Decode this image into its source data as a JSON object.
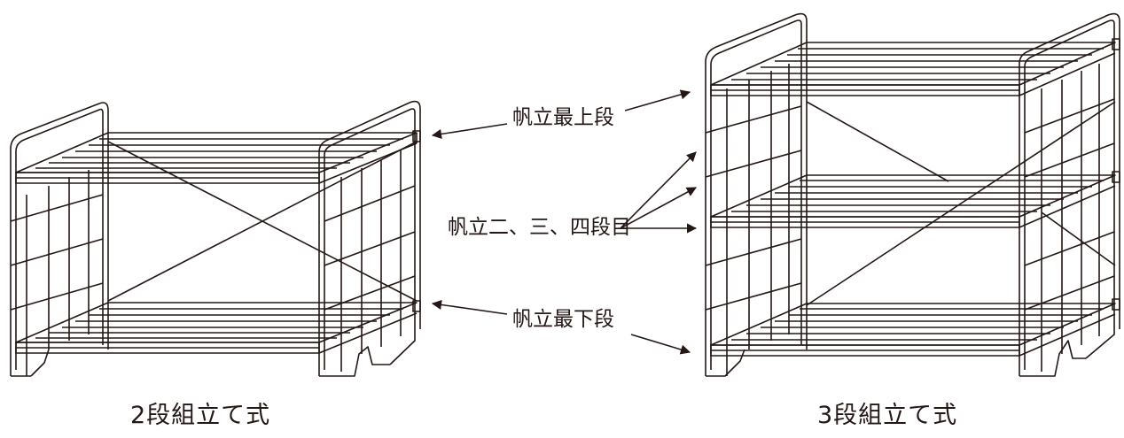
{
  "labels": {
    "top": "帆立最上段",
    "middle": "帆立二、三、四段目",
    "bottom": "帆立最下段"
  },
  "captions": {
    "two_tier": "2段組立て式",
    "three_tier": "3段組立て式"
  },
  "colors": {
    "line": "#231815",
    "background": "#ffffff"
  }
}
